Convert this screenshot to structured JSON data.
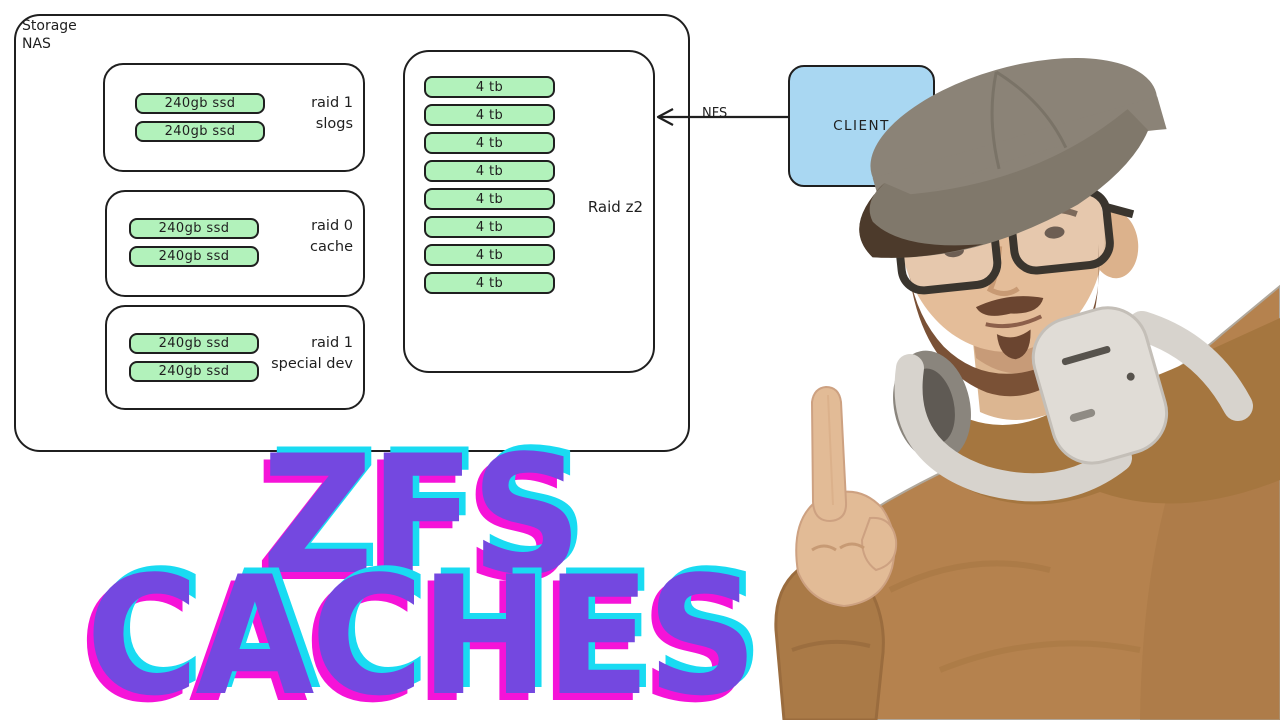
{
  "title": {
    "line1": "ZFS",
    "line2": "CACHES"
  },
  "diagram": {
    "nas_label": [
      "Storage",
      "NAS"
    ],
    "groups": [
      {
        "label": [
          "raid 1",
          "slogs"
        ],
        "disks": [
          "240gb ssd",
          "240gb ssd"
        ]
      },
      {
        "label": [
          "raid 0",
          "cache"
        ],
        "disks": [
          "240gb ssd",
          "240gb ssd"
        ]
      },
      {
        "label": [
          "raid 1",
          "special dev"
        ],
        "disks": [
          "240gb ssd",
          "240gb ssd"
        ]
      }
    ],
    "raidz2": {
      "label": "Raid z2",
      "disks": [
        "4 tb",
        "4 tb",
        "4 tb",
        "4 tb",
        "4 tb",
        "4 tb",
        "4 tb",
        "4 tb"
      ]
    },
    "client_label": "CLIENT",
    "arrow_label": "NFS"
  },
  "colors": {
    "title_fill": "#7448e0",
    "title_shadow_cyan": "#19dbf2",
    "title_shadow_magenta": "#f513d8",
    "disk_green": "#b2f2bb",
    "client_blue": "#a9d7f2",
    "stroke": "#1f1f1f",
    "hoodie": "#b5824e",
    "cap": "#8b8377",
    "skin": "#e4bd99",
    "headphones": "#d7d3cd"
  }
}
